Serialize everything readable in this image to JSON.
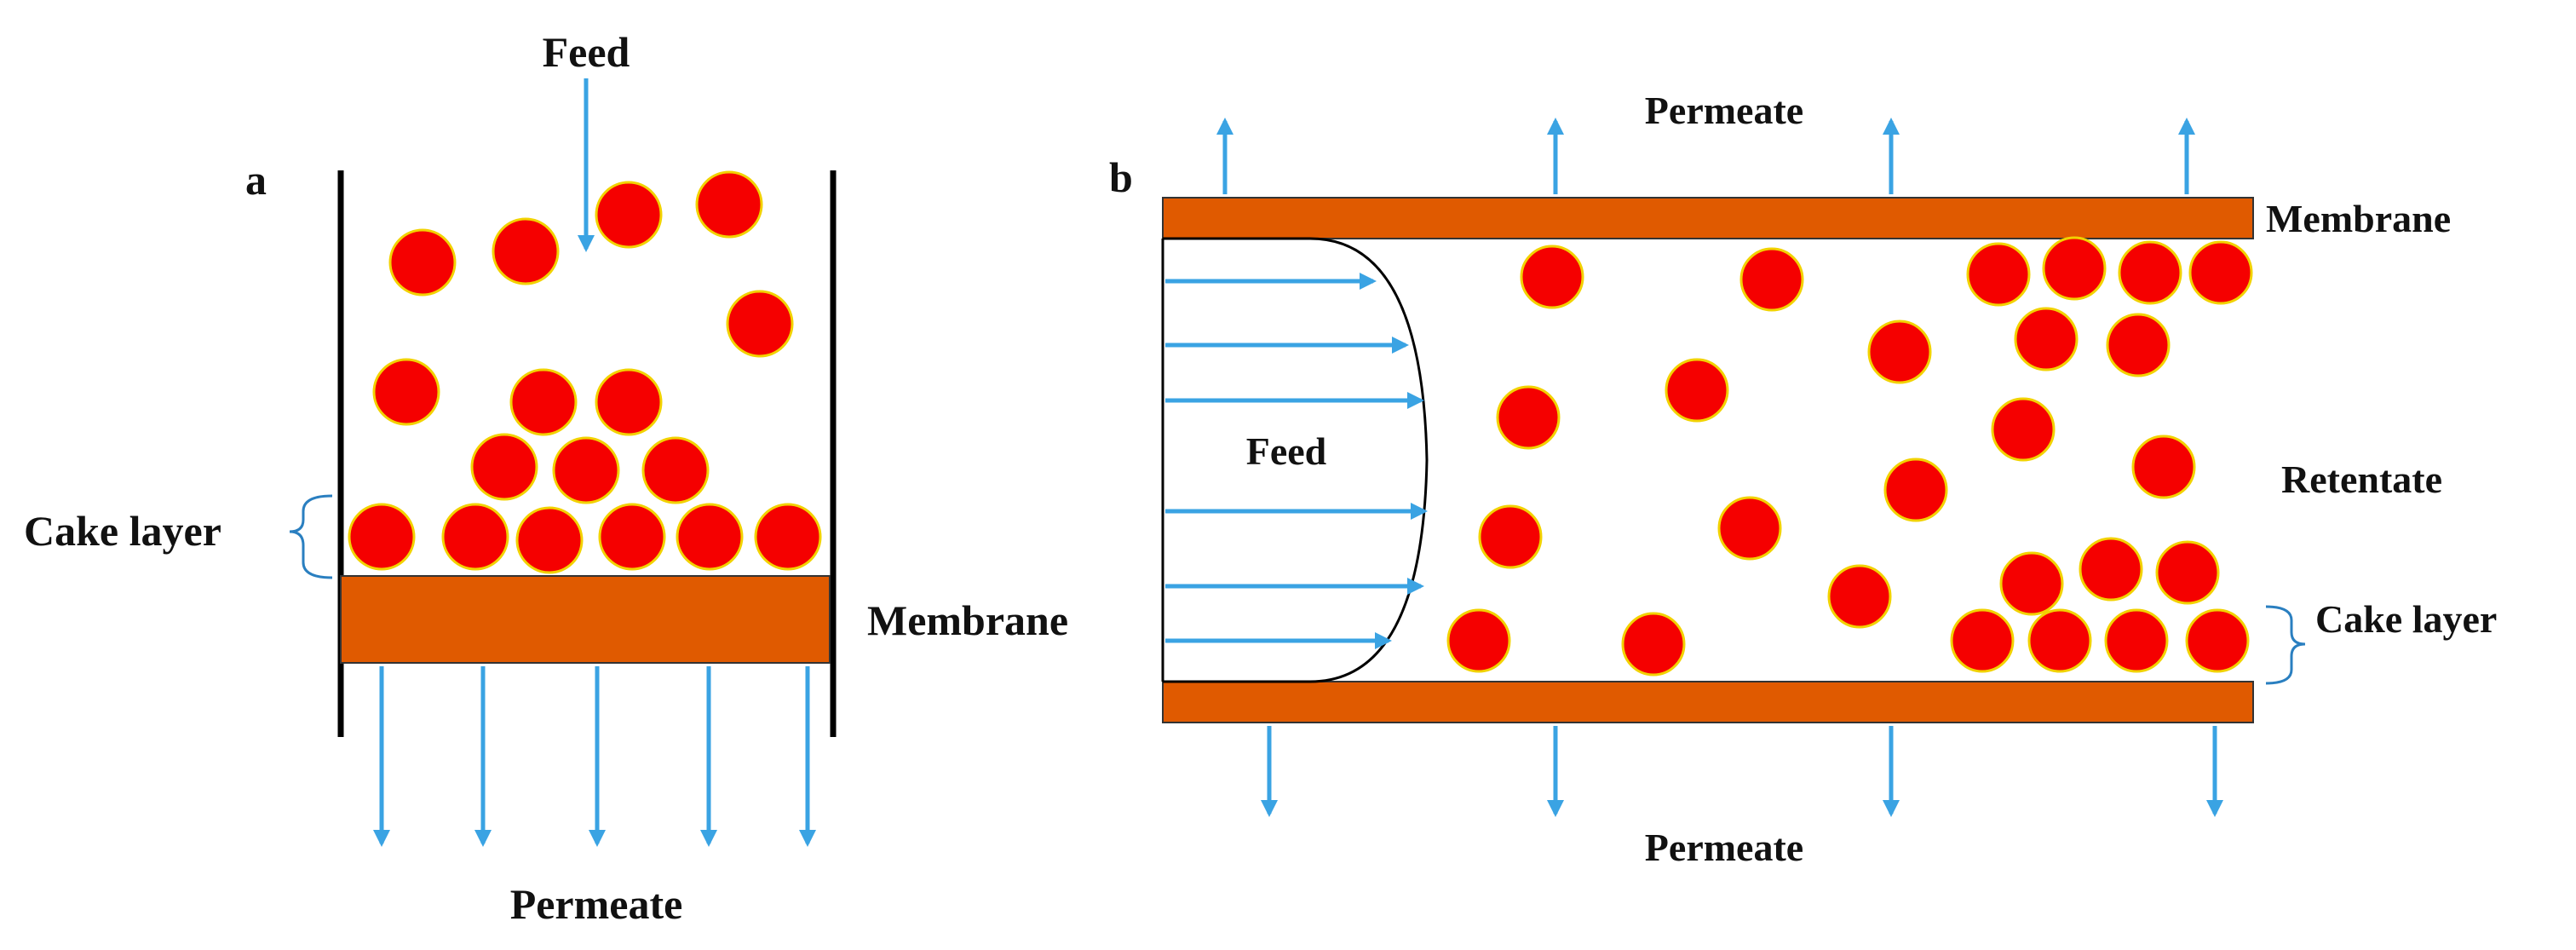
{
  "panel_a": {
    "letter": "a",
    "feed_label": "Feed",
    "membrane_label": "Membrane",
    "cake_label": "Cake layer",
    "permeate_label": "Permeate"
  },
  "panel_b": {
    "letter": "b",
    "feed_label": "Feed",
    "membrane_label": "Membrane",
    "retentate_label": "Retentate",
    "cake_label": "Cake layer",
    "permeate_top_label": "Permeate",
    "permeate_bottom_label": "Permeate"
  },
  "colors": {
    "particle": "#f50000",
    "particle_outline": "#f2d200",
    "membrane": "#e05a00",
    "flow_arrow": "#3aa3e3"
  }
}
